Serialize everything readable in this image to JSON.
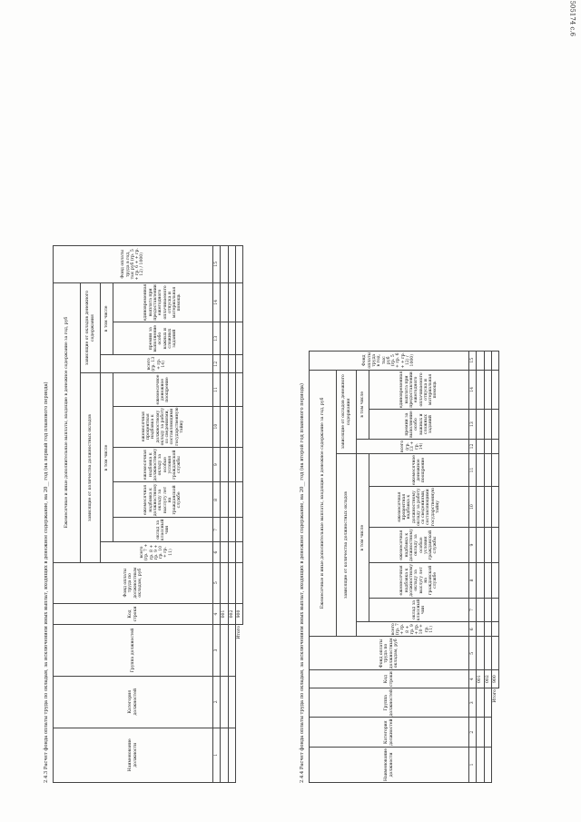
{
  "form_code": "Форма 0505174 с.6",
  "section_1": {
    "caption": "2.4.3 Расчет фонда оплаты труда по окладам, за исключением иных выплат, входящих в денежное содержание, на 20__ год (на первый год планового периода)"
  },
  "section_2": {
    "caption": "2.4.4 Расчет фонда оплаты труда по окладам, за исключением иных выплат, входящих в денежное содержание, на 20__ год (на второй год планового периода)"
  },
  "headers": {
    "c1": "Наименование должности",
    "c2": "Категория должностей",
    "c3": "Группа должностей",
    "c4": "Код строки",
    "c5": "Фонд оплаты труда по должностным окладам, руб",
    "group": "Ежемесячные и иные дополнительные выплаты, входящие в денежное содержание за год, руб",
    "sub_a": "зависящие от количества должностных окладов",
    "sub_b": "зависящие от окладов денежного содержания",
    "total_a": "всего (гр. 7 + гр. 8 + гр. 9 + гр. 10 + гр. 11)",
    "in_that": "в том числе",
    "c7": "оклад за классный чин",
    "c8": "ежемесячная надбавка к должностному окладу за выслугу лет на гражданской службе",
    "c9": "ежемесячная надбавка к должностному окладу за особые условия гражданской службы",
    "c10": "ежемесячная процентная надбавка к должностному окладу за работу со сведениями, составляющими государственную тайну",
    "c11": "ежемесячное денежное поощрение",
    "total_b": "всего (гр. 13 + гр. 14)",
    "c13": "премии за выполнение особо важных и сложных заданий",
    "c14": "единовременная выплата при предоставлении ежегодного оплачиваемого отпуска и материальная помощь",
    "c15": "Фонд оплаты труда в год, тыс руб (гр. 5 + гр. 6 + + гр. 12) / 1000)"
  },
  "col_numbers": [
    "1",
    "2",
    "3",
    "4",
    "5",
    "6",
    "7",
    "8",
    "9",
    "10",
    "11",
    "12",
    "13",
    "14",
    "15"
  ],
  "row_codes": [
    "001",
    "002"
  ],
  "itogo_label": "Итого",
  "itogo_code": "900"
}
